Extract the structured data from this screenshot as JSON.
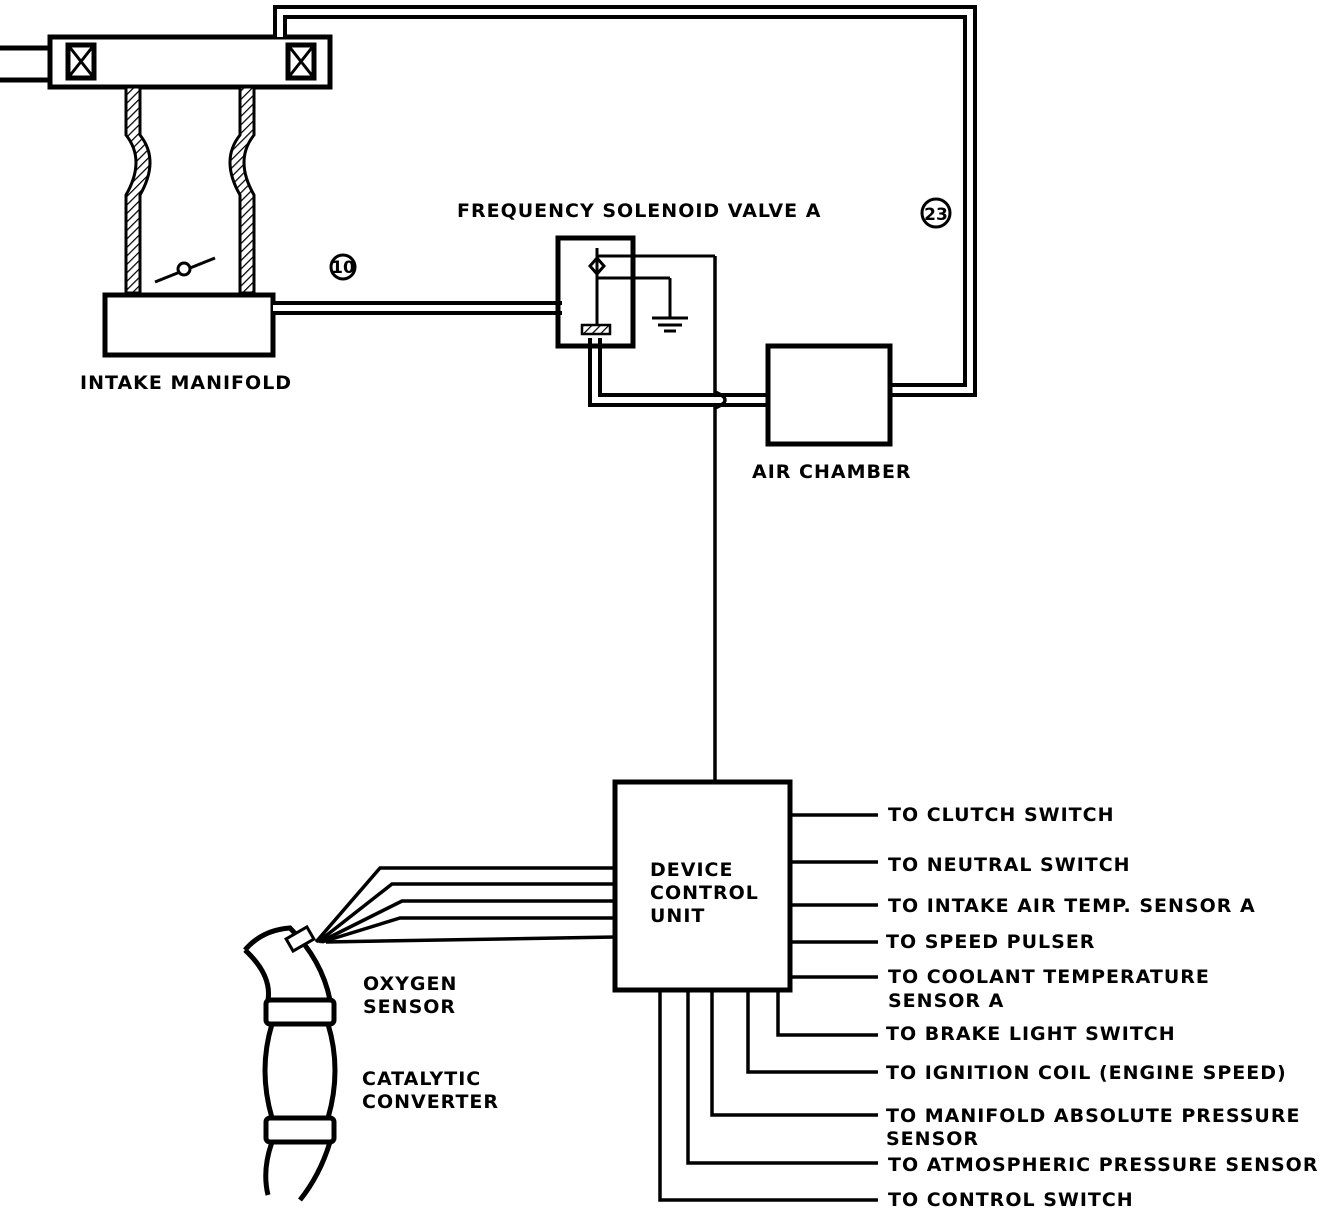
{
  "components": {
    "intake_manifold": "INTAKE MANIFOLD",
    "frequency_solenoid_valve": "FREQUENCY SOLENOID VALVE A",
    "air_chamber": "AIR CHAMBER",
    "device_control_unit": [
      "DEVICE",
      "CONTROL",
      "UNIT"
    ],
    "oxygen_sensor": [
      "OXYGEN",
      "SENSOR"
    ],
    "catalytic_converter": [
      "CATALYTIC",
      "CONVERTER"
    ]
  },
  "hose_numbers": [
    "10",
    "23"
  ],
  "connections": {
    "right": [
      [
        "TO CLUTCH SWITCH"
      ],
      [
        "TO NEUTRAL SWITCH"
      ],
      [
        "TO INTAKE AIR TEMP. SENSOR A"
      ],
      [
        "TO SPEED PULSER"
      ],
      [
        "TO COOLANT TEMPERATURE",
        "SENSOR A"
      ]
    ],
    "bottom": [
      [
        "TO BRAKE LIGHT SWITCH"
      ],
      [
        "TO IGNITION COIL (ENGINE SPEED)"
      ],
      [
        "TO MANIFOLD ABSOLUTE PRESSURE",
        "SENSOR"
      ],
      [
        "TO ATMOSPHERIC PRESSURE SENSOR"
      ],
      [
        "TO CONTROL SWITCH"
      ]
    ]
  }
}
